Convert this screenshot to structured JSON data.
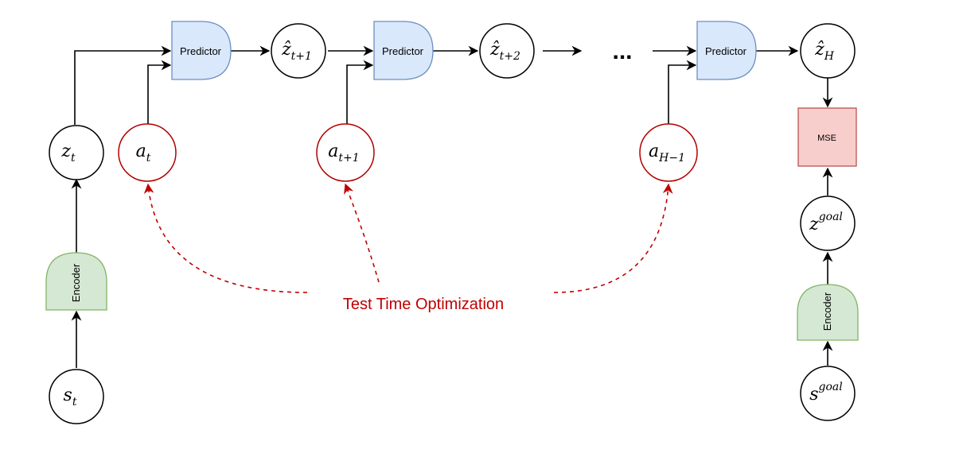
{
  "colors": {
    "predictor_fill": "#dae8fc",
    "predictor_stroke": "#6c8ebf",
    "encoder_fill": "#d5e8d4",
    "encoder_stroke": "#82b366",
    "mse_fill": "#f8cecc",
    "mse_stroke": "#b85450",
    "action_stroke": "#b20000",
    "dashed_arrow": "#c00000",
    "ink": "#000000"
  },
  "blocks": {
    "predictor_label": "Predictor",
    "encoder_label": "Encoder",
    "mse_label": "MSE"
  },
  "nodes": {
    "z_t": {
      "base": "z",
      "sub": "t"
    },
    "s_t": {
      "base": "s",
      "sub": "t"
    },
    "a_t": {
      "base": "a",
      "sub": "t"
    },
    "a_t1": {
      "base": "a",
      "sub": "t+1"
    },
    "a_H1": {
      "base": "a",
      "sub": "H−1"
    },
    "zhat_t1": {
      "base": "ẑ",
      "sub": "t+1"
    },
    "zhat_t2": {
      "base": "ẑ",
      "sub": "t+2"
    },
    "zhat_H": {
      "base": "ẑ",
      "sub": "H"
    },
    "z_goal": {
      "base": "z",
      "sup": "goal"
    },
    "s_goal": {
      "base": "s",
      "sup": "goal"
    }
  },
  "ellipsis": "...",
  "optimization_label": "Test Time Optimization"
}
